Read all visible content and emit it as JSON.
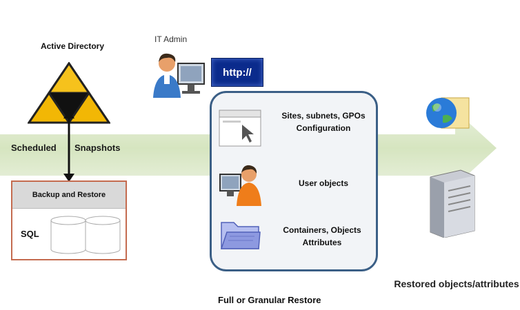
{
  "active_directory": {
    "title": "Active Directory"
  },
  "flow": {
    "scheduled_label": "Scheduled",
    "snapshots_label": "Snapshots"
  },
  "backup": {
    "header": "Backup and Restore",
    "sql_label": "SQL"
  },
  "admin": {
    "label": "IT Admin",
    "http_badge": "http://"
  },
  "restore_panel": {
    "items": [
      {
        "icon": "browser-window-icon",
        "text": "Sites, subnets, GPOs Configuration"
      },
      {
        "icon": "user-at-computer-icon",
        "text": "User objects"
      },
      {
        "icon": "folder-icon",
        "text": "Containers, Objects Attributes"
      }
    ],
    "caption": "Full or Granular Restore"
  },
  "output": {
    "label": "Restored objects/attributes",
    "icons": [
      "globe-folder-icon",
      "server-icon"
    ]
  },
  "colors": {
    "band": "#dde9c9",
    "panel_border": "#3b5f86",
    "triangle": "#f2b705",
    "backup_border": "#c46b4f"
  }
}
